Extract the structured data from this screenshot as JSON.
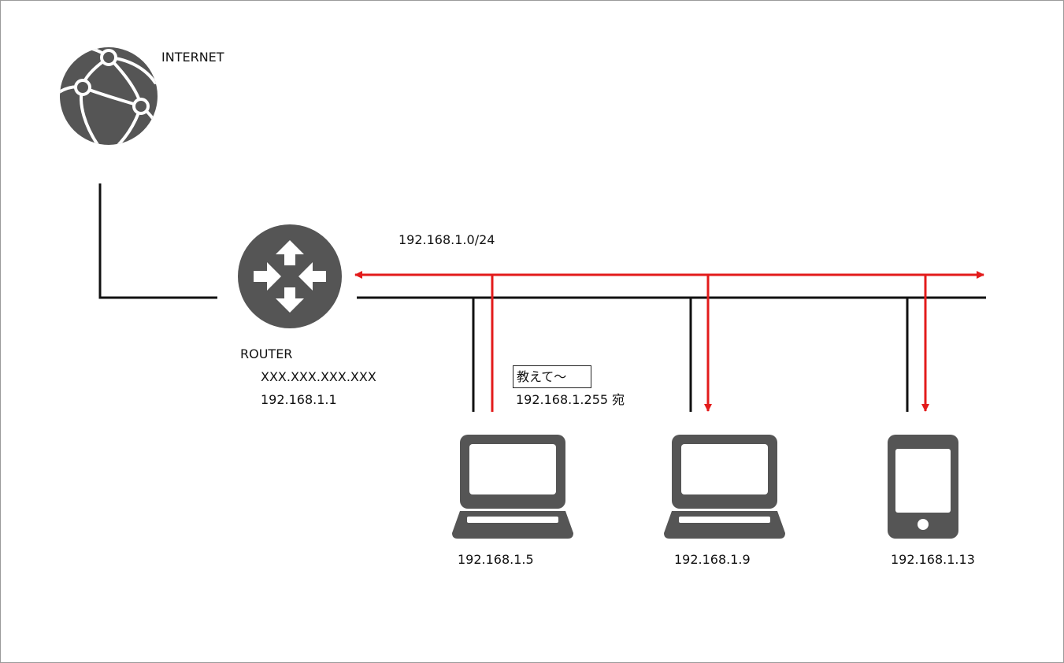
{
  "colors": {
    "icon": "#555555",
    "line": "#111111",
    "broadcast": "#e31b1b",
    "border": "#9a9a9a"
  },
  "internet": {
    "label": "INTERNET",
    "icon": "globe-icon"
  },
  "network": {
    "subnet_label": "192.168.1.0/24"
  },
  "router": {
    "label": "ROUTER",
    "wan_ip": "XXX.XXX.XXX.XXX",
    "lan_ip": "192.168.1.1",
    "icon": "router-icon"
  },
  "message": {
    "text": "教えて〜",
    "destination": "192.168.1.255 宛"
  },
  "devices": [
    {
      "type": "laptop",
      "icon": "laptop-icon",
      "ip": "192.168.1.5"
    },
    {
      "type": "laptop",
      "icon": "laptop-icon",
      "ip": "192.168.1.9"
    },
    {
      "type": "tablet",
      "icon": "tablet-icon",
      "ip": "192.168.1.13"
    }
  ]
}
